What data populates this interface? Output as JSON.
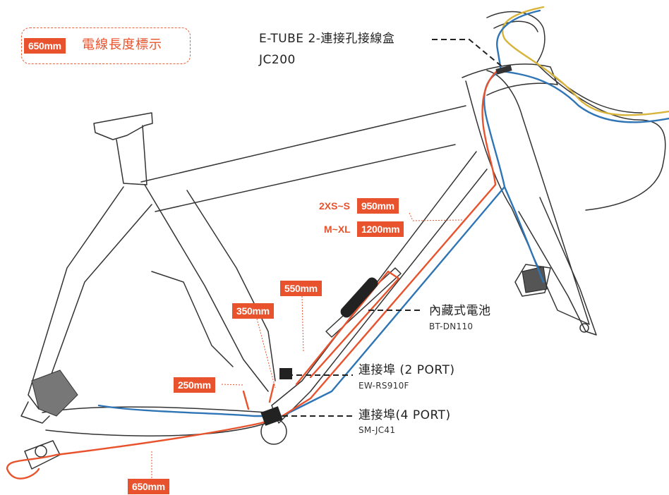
{
  "legend": {
    "sample": "650mm",
    "text": "電線長度標示"
  },
  "junction_jc200": {
    "line1": "E-TUBE 2-連接孔接線盒",
    "line2": "JC200"
  },
  "main_wire": {
    "size_a": "2XS~S",
    "length_a": "950mm",
    "size_b": "M~XL",
    "length_b": "1200mm"
  },
  "lengths": {
    "l550": "550mm",
    "l350": "350mm",
    "l250": "250mm",
    "l650": "650mm"
  },
  "battery": {
    "name": "內藏式電池",
    "model": "BT-DN110"
  },
  "port2": {
    "name": "連接埠 (2 PORT)",
    "model": "EW-RS910F"
  },
  "port4": {
    "name": "連接埠(4 PORT)",
    "model": "SM-JC41"
  },
  "colors": {
    "wire_orange": "#e8532d",
    "wire_blue": "#2f75b5",
    "wire_yellow": "#d8b43a",
    "frame": "#333333"
  }
}
